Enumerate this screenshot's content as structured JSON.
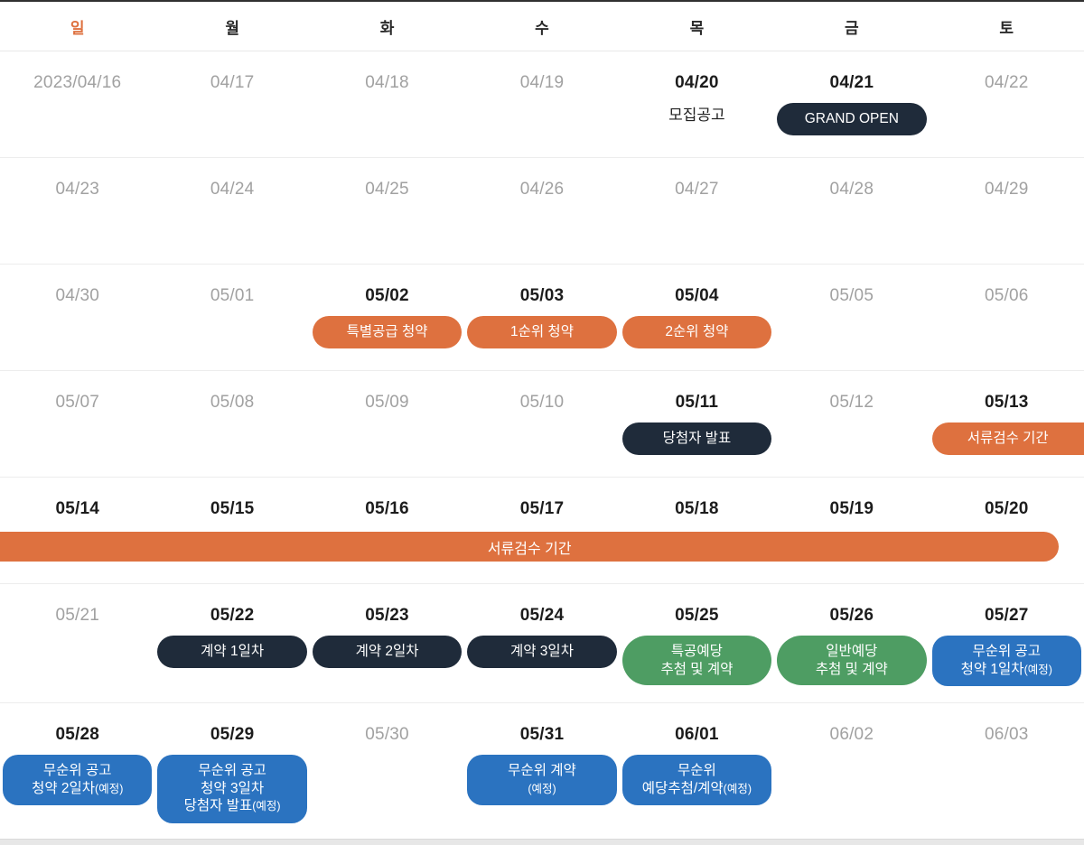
{
  "colors": {
    "accent_orange": "#DE713F",
    "dark_navy": "#1F2B3A",
    "green": "#4E9D63",
    "blue": "#2B73C0",
    "muted_text": "#A1A1A1",
    "active_text": "#1C1C1C",
    "header_text": "#2A2A2A",
    "top_border": "#303030"
  },
  "weekday_header": [
    "일",
    "월",
    "화",
    "수",
    "목",
    "금",
    "토"
  ],
  "weeks": [
    {
      "days": [
        {
          "date": "2023/04/16",
          "muted": true
        },
        {
          "date": "04/17",
          "muted": true
        },
        {
          "date": "04/18",
          "muted": true
        },
        {
          "date": "04/19",
          "muted": true
        },
        {
          "date": "04/20",
          "muted": false,
          "note": "모집공고"
        },
        {
          "date": "04/21",
          "muted": false,
          "badge": {
            "style": "dark",
            "lines": [
              "GRAND OPEN"
            ]
          }
        },
        {
          "date": "04/22",
          "muted": true
        }
      ]
    },
    {
      "days": [
        {
          "date": "04/23",
          "muted": true
        },
        {
          "date": "04/24",
          "muted": true
        },
        {
          "date": "04/25",
          "muted": true
        },
        {
          "date": "04/26",
          "muted": true
        },
        {
          "date": "04/27",
          "muted": true
        },
        {
          "date": "04/28",
          "muted": true
        },
        {
          "date": "04/29",
          "muted": true
        }
      ]
    },
    {
      "days": [
        {
          "date": "04/30",
          "muted": true
        },
        {
          "date": "05/01",
          "muted": true
        },
        {
          "date": "05/02",
          "muted": false,
          "badge": {
            "style": "orange",
            "lines": [
              "특별공급 청약"
            ]
          }
        },
        {
          "date": "05/03",
          "muted": false,
          "badge": {
            "style": "orange",
            "lines": [
              "1순위 청약"
            ]
          }
        },
        {
          "date": "05/04",
          "muted": false,
          "badge": {
            "style": "orange",
            "lines": [
              "2순위 청약"
            ]
          }
        },
        {
          "date": "05/05",
          "muted": true
        },
        {
          "date": "05/06",
          "muted": true
        }
      ]
    },
    {
      "days": [
        {
          "date": "05/07",
          "muted": true
        },
        {
          "date": "05/08",
          "muted": true
        },
        {
          "date": "05/09",
          "muted": true
        },
        {
          "date": "05/10",
          "muted": true
        },
        {
          "date": "05/11",
          "muted": false,
          "badge": {
            "style": "dark",
            "lines": [
              "당첨자 발표"
            ]
          }
        },
        {
          "date": "05/12",
          "muted": true
        },
        {
          "date": "05/13",
          "muted": false,
          "badge": {
            "style": "orange",
            "bleed": "right",
            "lines": [
              "서류검수 기간"
            ]
          }
        }
      ]
    },
    {
      "banner": {
        "style": "orange",
        "label": "서류검수 기간"
      },
      "days": [
        {
          "date": "05/14",
          "muted": false
        },
        {
          "date": "05/15",
          "muted": false
        },
        {
          "date": "05/16",
          "muted": false
        },
        {
          "date": "05/17",
          "muted": false
        },
        {
          "date": "05/18",
          "muted": false
        },
        {
          "date": "05/19",
          "muted": false
        },
        {
          "date": "05/20",
          "muted": false
        }
      ]
    },
    {
      "days": [
        {
          "date": "05/21",
          "muted": true
        },
        {
          "date": "05/22",
          "muted": false,
          "badge": {
            "style": "dark",
            "lines": [
              "계약 1일차"
            ]
          }
        },
        {
          "date": "05/23",
          "muted": false,
          "badge": {
            "style": "dark",
            "lines": [
              "계약 2일차"
            ]
          }
        },
        {
          "date": "05/24",
          "muted": false,
          "badge": {
            "style": "dark",
            "lines": [
              "계약 3일차"
            ]
          }
        },
        {
          "date": "05/25",
          "muted": false,
          "badge": {
            "style": "green",
            "lines": [
              "특공예당",
              "추첨 및 계약"
            ]
          }
        },
        {
          "date": "05/26",
          "muted": false,
          "badge": {
            "style": "green",
            "lines": [
              "일반예당",
              "추첨 및 계약"
            ]
          }
        },
        {
          "date": "05/27",
          "muted": false,
          "badge": {
            "style": "blue",
            "lines": [
              "무순위 공고",
              "청약 1일차(예정)"
            ]
          }
        }
      ]
    },
    {
      "days": [
        {
          "date": "05/28",
          "muted": false,
          "badge": {
            "style": "blue",
            "lines": [
              "무순위 공고",
              "청약 2일차(예정)"
            ]
          }
        },
        {
          "date": "05/29",
          "muted": false,
          "badge": {
            "style": "blue",
            "lines": [
              "무순위 공고",
              "청약 3일차",
              "당첨자 발표(예정)"
            ]
          }
        },
        {
          "date": "05/30",
          "muted": true
        },
        {
          "date": "05/31",
          "muted": false,
          "badge": {
            "style": "blue",
            "lines": [
              "무순위 계약",
              "(예정)"
            ]
          }
        },
        {
          "date": "06/01",
          "muted": false,
          "badge": {
            "style": "blue",
            "lines": [
              "무순위",
              "예당추첨/계약(예정)"
            ]
          }
        },
        {
          "date": "06/02",
          "muted": true
        },
        {
          "date": "06/03",
          "muted": true
        }
      ]
    }
  ]
}
